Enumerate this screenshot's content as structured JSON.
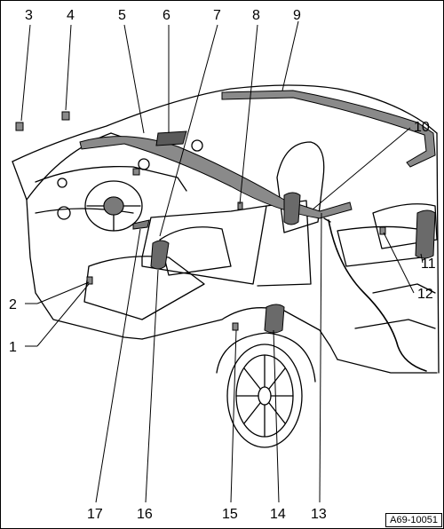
{
  "reference_code": "A69-10051",
  "callouts": [
    "1",
    "2",
    "3",
    "4",
    "5",
    "6",
    "7",
    "8",
    "9",
    "10",
    "11",
    "12",
    "13",
    "14",
    "15",
    "16",
    "17"
  ],
  "colors": {
    "line": "#000000",
    "component": "#8a8a8a",
    "component_dark": "#5a5a5a",
    "sensor": "#7a7a7a",
    "background": "#ffffff"
  }
}
